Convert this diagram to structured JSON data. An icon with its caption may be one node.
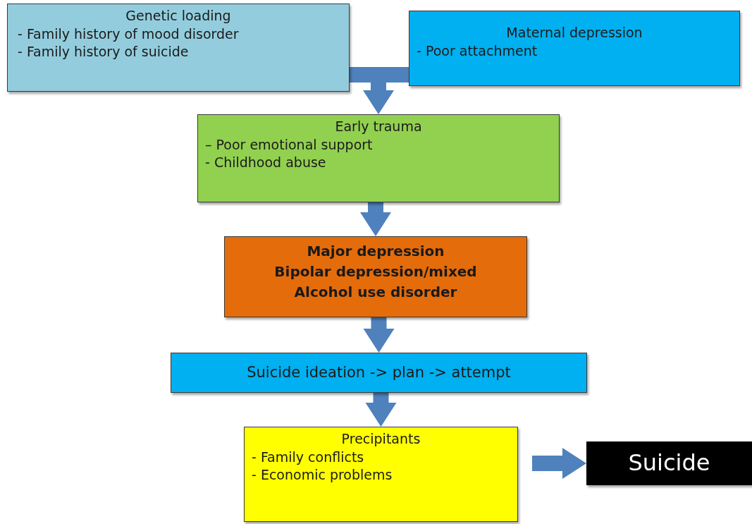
{
  "diagram": {
    "nodes": [
      {
        "text": [
          "Genetic loading",
          "- Family history of mood disorder",
          "- Family history of suicide"
        ]
      },
      {
        "text": [
          "Maternal depression",
          "- Poor attachment"
        ]
      },
      {
        "text": [
          "Early trauma",
          "– Poor emotional support",
          "- Childhood abuse"
        ]
      },
      {
        "text": [
          "Major depression",
          "Bipolar depression/mixed",
          "Alcohol use disorder"
        ]
      },
      {
        "text": [
          "Suicide ideation -> plan -> attempt"
        ]
      },
      {
        "text": [
          "Precipitants",
          "- Family conflicts",
          "- Economic problems"
        ]
      },
      {
        "text": [
          "Suicide"
        ]
      }
    ],
    "edges": [
      {
        "from": 0,
        "to": 2,
        "arrow": "to"
      },
      {
        "from": 1,
        "to": 2,
        "arrow": "to"
      },
      {
        "from": 2,
        "to": 3,
        "arrow": "to"
      },
      {
        "from": 3,
        "to": 4,
        "arrow": "to"
      },
      {
        "from": 4,
        "to": 5,
        "arrow": "to"
      },
      {
        "from": 5,
        "to": 6,
        "arrow": "to"
      }
    ]
  }
}
